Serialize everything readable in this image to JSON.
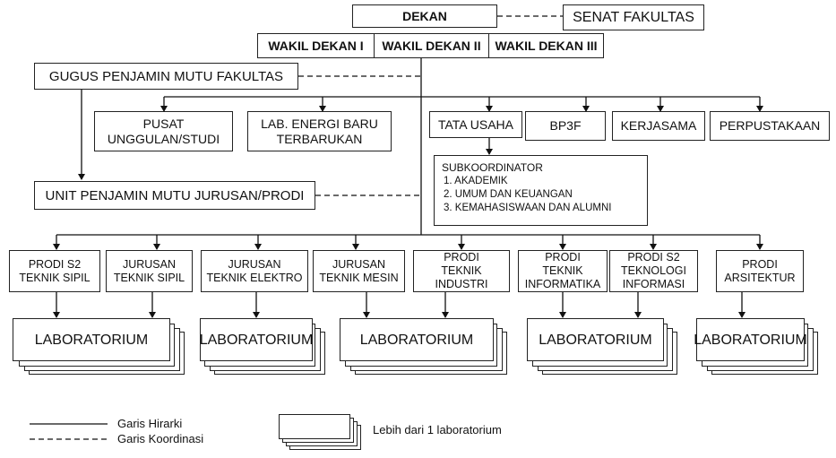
{
  "top": {
    "dekan": "DEKAN",
    "senat": "SENAT FAKULTAS",
    "wakil1": "WAKIL DEKAN I",
    "wakil2": "WAKIL DEKAN II",
    "wakil3": "WAKIL DEKAN III"
  },
  "quality": {
    "gugus": "GUGUS PENJAMIN MUTU FAKULTAS",
    "unit": "UNIT PENJAMIN MUTU JURUSAN/PRODI"
  },
  "support": {
    "pusat": "PUSAT\nUNGGULAN/STUDI",
    "lab_energi": "LAB. ENERGI BARU\nTERBARUKAN",
    "tata_usaha": "TATA USAHA",
    "bp3f": "BP3F",
    "kerjasama": "KERJASAMA",
    "perpustakaan": "PERPUSTAKAAN"
  },
  "subkoordinator": {
    "title": "SUBKOORDINATOR",
    "items": [
      "1.  AKADEMIK",
      "2.  UMUM DAN KEUANGAN",
      "3.  KEMAHASISWAAN DAN ALUMNI"
    ]
  },
  "units": [
    {
      "label": "PRODI S2\nTEKNIK SIPIL"
    },
    {
      "label": "JURUSAN\nTEKNIK SIPIL"
    },
    {
      "label": "JURUSAN\nTEKNIK ELEKTRO"
    },
    {
      "label": "JURUSAN\nTEKNIK MESIN"
    },
    {
      "label": "PRODI\nTEKNIK\nINDUSTRI"
    },
    {
      "label": "PRODI\nTEKNIK\nINFORMATIKA"
    },
    {
      "label": "PRODI S2\nTEKNOLOGI\nINFORMASI"
    },
    {
      "label": "PRODI\nARSITEKTUR"
    }
  ],
  "labs": [
    "LABORATORIUM",
    "LABORATORIUM",
    "LABORATORIUM",
    "LABORATORIUM",
    "LABORATORIUM"
  ],
  "legend": {
    "hierarchy": "Garis Hirarki",
    "coordination": "Garis Koordinasi",
    "multi_lab": "Lebih dari 1 laboratorium"
  }
}
